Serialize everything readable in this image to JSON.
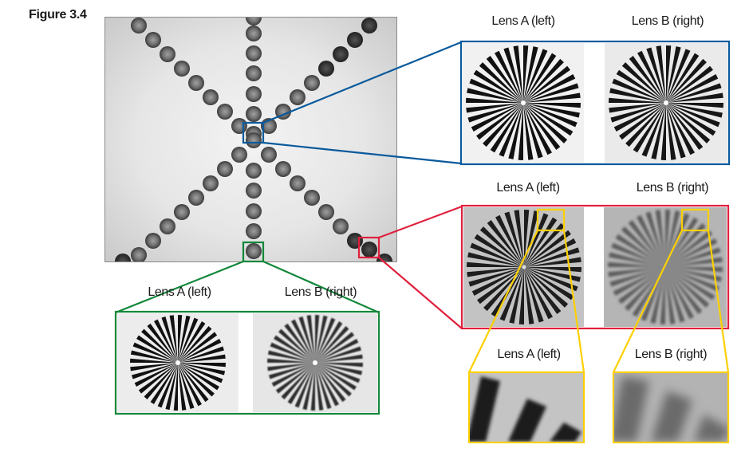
{
  "figure": {
    "label": "Figure 3.4"
  },
  "colors": {
    "blue": "#0a5a9c",
    "red": "#e0203c",
    "green": "#12873a",
    "yellow": "#fcd000",
    "text": "#1a1a1a"
  },
  "overview_image": {
    "description": "Test chart with Siemens star targets arranged in an X and vertical line",
    "highlight_boxes": [
      {
        "color": "blue",
        "region": "center"
      },
      {
        "color": "red",
        "region": "bottom-right corner"
      },
      {
        "color": "green",
        "region": "bottom-center"
      }
    ]
  },
  "panels": {
    "blue": {
      "lens_a_label": "Lens A (left)",
      "lens_b_label": "Lens B (right)"
    },
    "red": {
      "lens_a_label": "Lens A (left)",
      "lens_b_label": "Lens B (right)"
    },
    "green": {
      "lens_a_label": "Lens A (left)",
      "lens_b_label": "Lens B (right)"
    },
    "yellow": {
      "lens_a_label": "Lens A (left)",
      "lens_b_label": "Lens B (right)"
    }
  }
}
